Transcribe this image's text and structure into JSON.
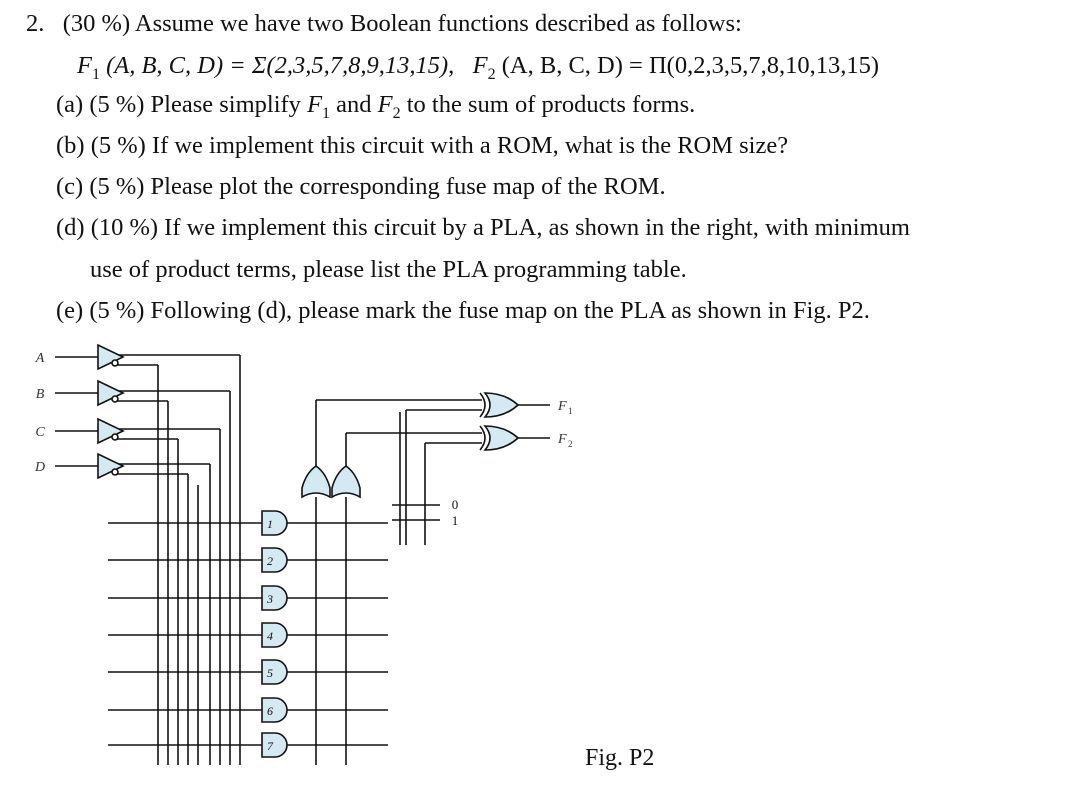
{
  "problem": {
    "number": "2.",
    "intro": "(30 %) Assume we have two Boolean functions described as follows:",
    "f1_name": "F",
    "f1_sub": "1",
    "f1_def": " (A, B, C, D) = Σ(2,3,5,7,8,9,13,15),",
    "f2_name": "F",
    "f2_sub": "2",
    "f2_def": " (A, B, C, D) = Π(0,2,3,5,7,8,10,13,15)",
    "part_a_pre": "(a) (5 %) Please simplify ",
    "part_a_mid": " and ",
    "part_a_post": " to the sum of products forms.",
    "part_b": "(b) (5 %) If we implement this circuit with a ROM, what is the ROM size?",
    "part_c": "(c) (5 %) Please plot the corresponding fuse map of the ROM.",
    "part_d_line1": "(d) (10 %) If we implement this circuit by a PLA, as shown in the right, with minimum",
    "part_d_line2": "use of product terms, please list the PLA programming table.",
    "part_e": "(e) (5 %) Following (d), please mark the fuse map on the PLA as shown in Fig. P2."
  },
  "diagram": {
    "inputs": [
      "A",
      "B",
      "C",
      "D"
    ],
    "outputs": [
      {
        "name": "F",
        "sub": "1"
      },
      {
        "name": "F",
        "sub": "2"
      }
    ],
    "product_terms": [
      "1",
      "2",
      "3",
      "4",
      "5",
      "6",
      "7"
    ],
    "xor_control_labels": [
      "0",
      "1"
    ],
    "caption": "Fig. P2"
  }
}
